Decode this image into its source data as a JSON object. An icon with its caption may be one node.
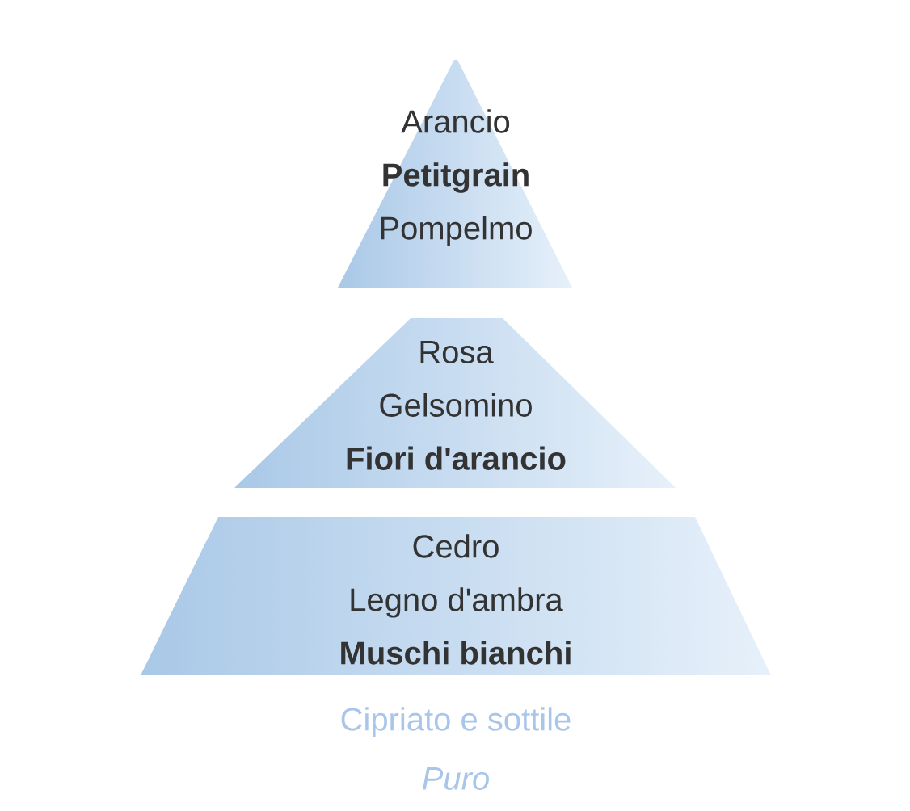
{
  "diagram": {
    "nodes": [
      {
        "text": [
          "Arancio",
          "**Petitgrain**",
          "Pompelmo"
        ]
      },
      {
        "text": [
          "Rosa",
          "Gelsomino",
          "**Fiori d'arancio**"
        ]
      },
      {
        "text": [
          "Cedro",
          "Legno d'ambra",
          "**Muschi bianchi**"
        ]
      }
    ],
    "labels": [
      "Cipriato e sottile",
      "*Puro*"
    ]
  }
}
